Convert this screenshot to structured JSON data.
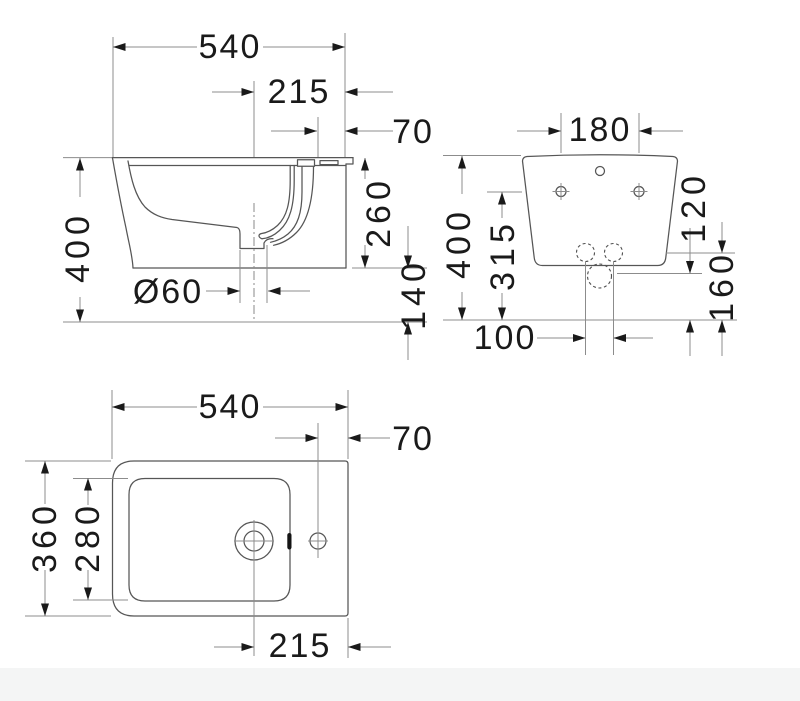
{
  "views": {
    "side_section": {
      "dims": {
        "overall_width": "540",
        "drain_center_from_wall": "215",
        "tap_hole_from_wall": "70",
        "overall_height": "400",
        "body_height": "260",
        "outlet_drop": "140",
        "drain_diameter": "Ø60"
      }
    },
    "front": {
      "dims": {
        "fixing_hole_spacing": "180",
        "overall_height": "400",
        "fixing_hole_height": "315",
        "drain_connection_height": "120",
        "supply_connection_height": "160",
        "supply_connection_spacing": "100"
      }
    },
    "plan": {
      "dims": {
        "overall_width": "540",
        "tap_hole_from_wall": "70",
        "overall_depth": "360",
        "bowl_depth": "280",
        "drain_center_from_wall": "215"
      }
    }
  },
  "colors": {
    "background": "#ffffff",
    "outline": "#565656",
    "dimension_line": "#8c8c8c",
    "annotation": "#1a1a1a",
    "footer_band": "#f4f5f5"
  }
}
